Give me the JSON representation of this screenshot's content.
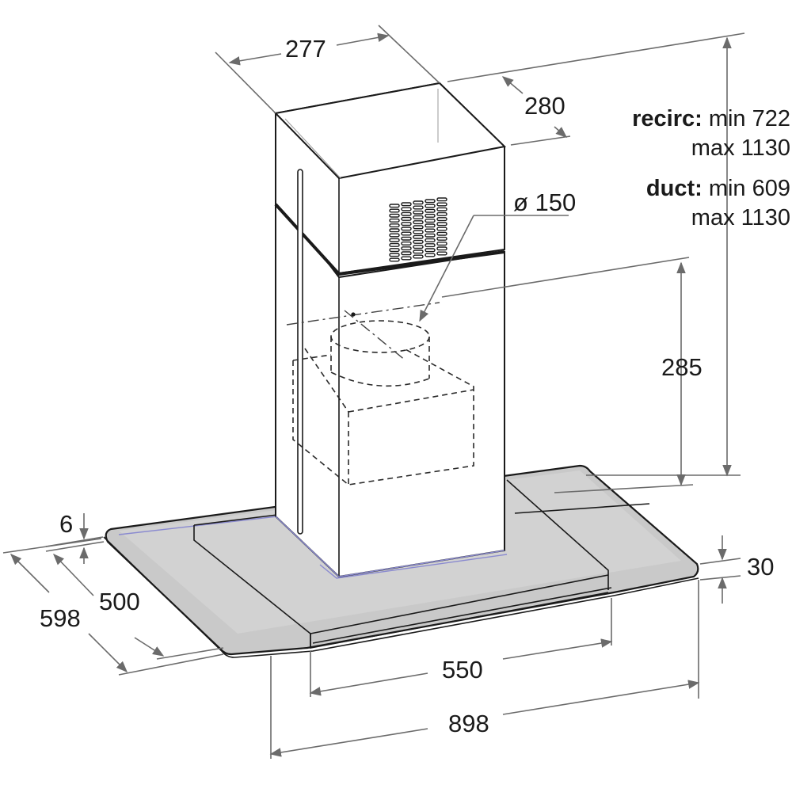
{
  "dimensions": {
    "chimney_width": "277",
    "chimney_depth": "280",
    "duct_diameter": "ø 150",
    "motor_height": "285",
    "glass_thickness": "6",
    "canopy_depth_inner": "500",
    "canopy_depth_outer": "598",
    "frame_width": "550",
    "canopy_width": "898",
    "edge_height": "30"
  },
  "height_notes": {
    "recirc_key": "recirc:",
    "recirc_min": "min 722",
    "recirc_max": "max 1130",
    "duct_key": "duct:",
    "duct_min": "min 609",
    "duct_max": "max 1130"
  },
  "colors": {
    "line": "#1a1a1a",
    "dimension_line": "#6b6b6b",
    "glass": "#c9c9c9",
    "glass_edge_highlight": "#8a8ad0"
  }
}
